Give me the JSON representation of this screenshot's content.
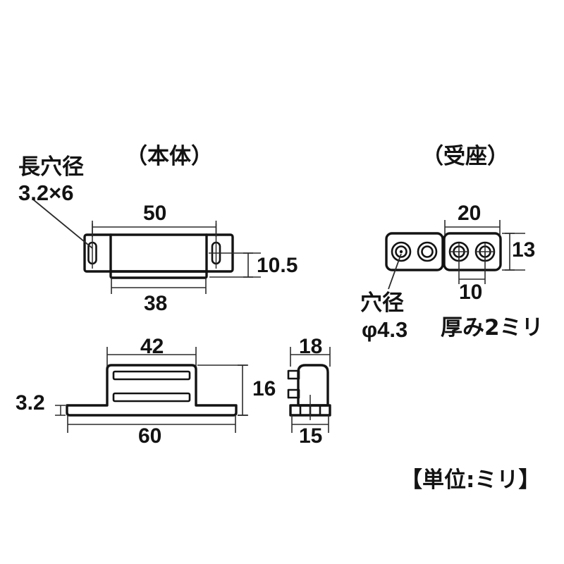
{
  "drawing": {
    "unit_note": "【単位:ミリ】",
    "sections": {
      "body_title": "（本体）",
      "receiver_title": "（受座）"
    },
    "annotations": {
      "slot_hole_label_line1": "長穴径",
      "slot_hole_label_line2": "3.2×6",
      "hole_dia_label_line1": "穴径",
      "hole_dia_label_line2": "φ4.3",
      "thickness_note": "厚み2ミリ"
    },
    "dimensions": {
      "body_top_width": "50",
      "body_top_inner_width": "38",
      "body_top_height": "10.5",
      "body_side_top_width": "42",
      "body_side_base_width": "60",
      "body_side_height": "16",
      "body_side_base_thickness": "3.2",
      "end_view_width": "18",
      "end_view_base_width": "15",
      "receiver_width": "20",
      "receiver_height": "13",
      "receiver_hole_spacing": "10"
    },
    "colors": {
      "ink": "#131313",
      "line": "#1a1a1a",
      "paper": "#ffffff",
      "thin": "#3a3a3a"
    }
  }
}
